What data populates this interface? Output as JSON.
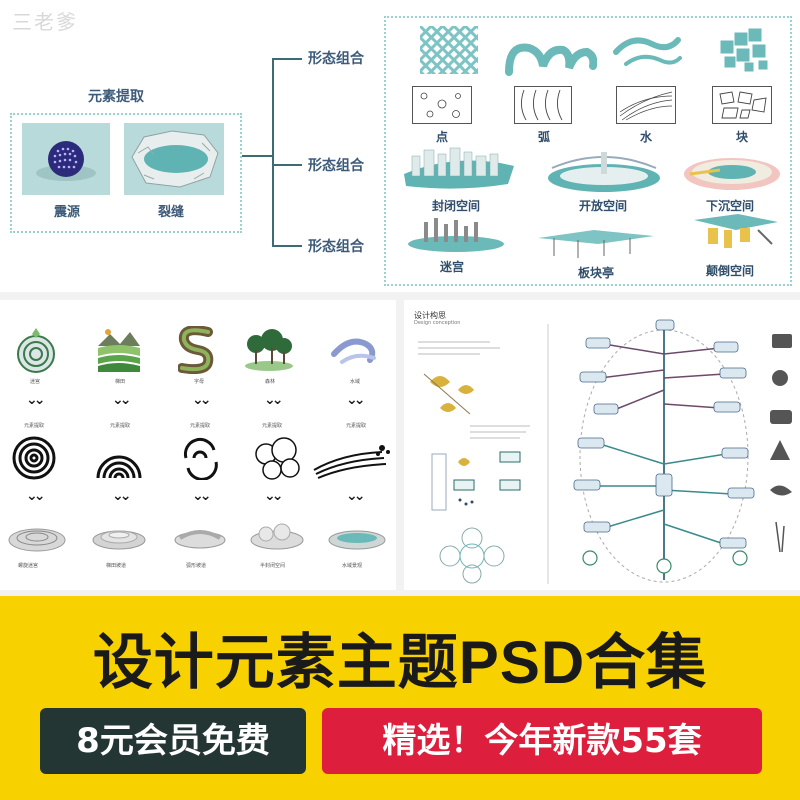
{
  "watermark": "三老爹",
  "top": {
    "left_title": "元素提取",
    "elements": [
      {
        "label": "震源"
      },
      {
        "label": "裂缝"
      }
    ],
    "branches": [
      {
        "label": "形态组合"
      },
      {
        "label": "形态组合"
      },
      {
        "label": "形态组合"
      }
    ],
    "shapes": [
      {
        "label": "点"
      },
      {
        "label": "弧"
      },
      {
        "label": "水"
      },
      {
        "label": "块"
      }
    ],
    "spaces_row1": [
      {
        "label": "封闭空间"
      },
      {
        "label": "开放空间"
      },
      {
        "label": "下沉空间"
      }
    ],
    "spaces_row2": [
      {
        "label": "迷宫"
      },
      {
        "label": "板块亭"
      },
      {
        "label": "颠倒空间"
      }
    ]
  },
  "bottom_left": {
    "columns": [
      {
        "top": "迷宫",
        "mid": "元素提取",
        "bottom": "螺旋迷宫"
      },
      {
        "top": "梯田",
        "mid": "元素提取",
        "bottom": "梯田坡道"
      },
      {
        "top": "字母",
        "mid": "元素提取",
        "bottom": "弧形坡道"
      },
      {
        "top": "森林",
        "mid": "元素提取",
        "bottom": "半封闭空间"
      },
      {
        "top": "水域",
        "mid": "元素提取",
        "bottom": "水域景观"
      }
    ]
  },
  "bottom_right": {
    "title": "设计构思",
    "subtitle": "Design conception"
  },
  "banner": {
    "title": "设计元素主题PSD合集",
    "badge_left": "8元会员免费",
    "badge_right": "精选！今年新款55套"
  },
  "colors": {
    "accent_teal": "#6bb9b9",
    "text_navy": "#3d5b79",
    "banner_yellow": "#f8d100",
    "badge_dark": "#233634",
    "badge_red": "#dd1e3c"
  }
}
